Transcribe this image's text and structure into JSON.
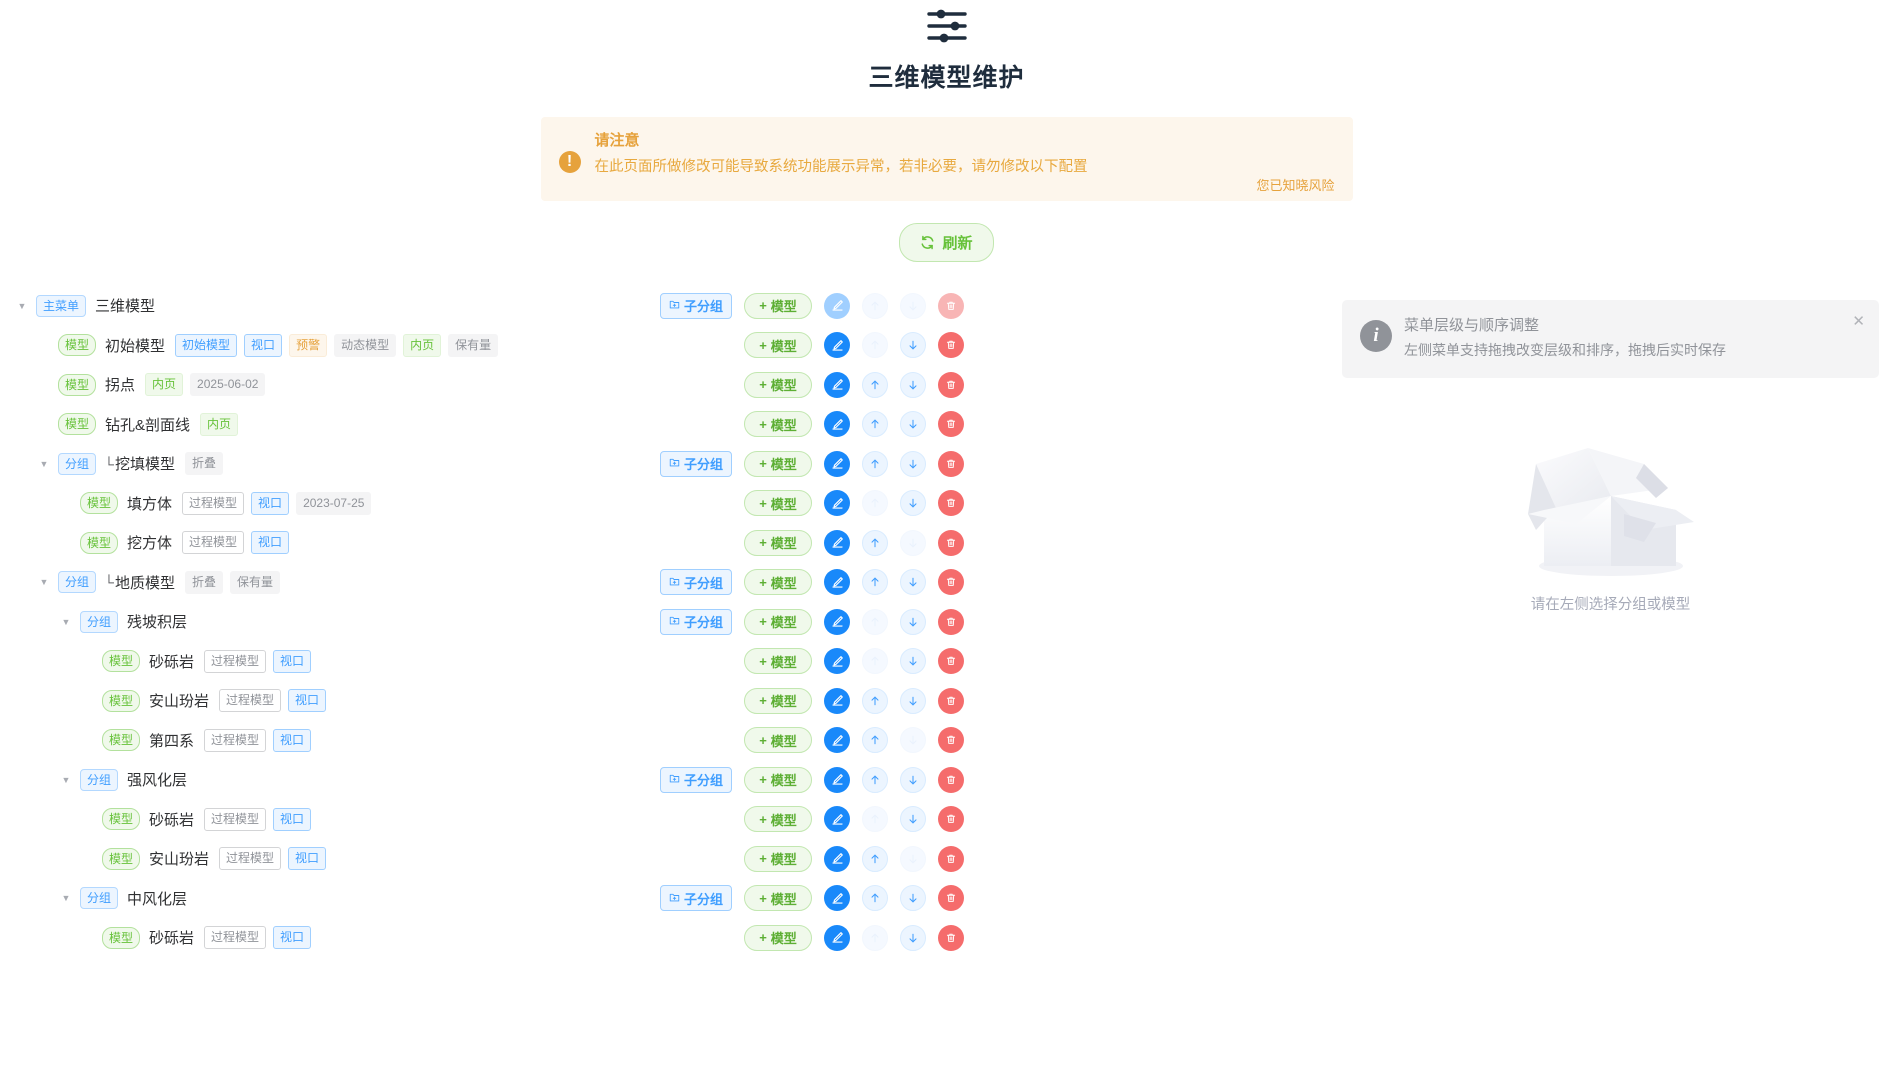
{
  "header": {
    "icon": "sliders-icon",
    "title": "三维模型维护"
  },
  "alert": {
    "icon": "warning-icon",
    "title": "请注意",
    "description": "在此页面所做修改可能导致系统功能展示异常，若非必要，请勿修改以下配置",
    "acknowledge_label": "您已知晓风险"
  },
  "toolbar": {
    "refresh_label": "刷新",
    "refresh_icon": "refresh-icon"
  },
  "actions": {
    "subgroup_label": "子分组",
    "subgroup_icon": "folder-plus-icon",
    "model_label": "模型",
    "model_icon": "plus-icon",
    "edit_icon": "edit-icon",
    "up_icon": "arrow-up-icon",
    "down_icon": "arrow-down-icon",
    "delete_icon": "trash-icon"
  },
  "colors": {
    "accent_blue": "#409eff",
    "accent_green": "#67c23a",
    "accent_orange": "#e6a23c",
    "accent_red": "#f56c6c",
    "accent_gray": "#909399",
    "edit_blue": "#1989fa"
  },
  "tree": {
    "rows": [
      {
        "indent": 0,
        "caret": true,
        "badge": "主菜单",
        "badge_type": "main",
        "connector": "",
        "name": "三维模型",
        "tags": [],
        "has_subgroup": true,
        "edit": "dim",
        "up": "dim",
        "down": "dim",
        "delete": "dim"
      },
      {
        "indent": 1,
        "caret": false,
        "badge": "模型",
        "badge_type": "model",
        "connector": "",
        "name": "初始模型",
        "tags": [
          {
            "text": "初始模型",
            "style": "blue"
          },
          {
            "text": "视口",
            "style": "blue"
          },
          {
            "text": "预警",
            "style": "orange"
          },
          {
            "text": "动态模型",
            "style": "gray"
          },
          {
            "text": "内页",
            "style": "green"
          },
          {
            "text": "保有量",
            "style": "gray"
          }
        ],
        "has_subgroup": false,
        "edit": "on",
        "up": "dim",
        "down": "on",
        "delete": "on"
      },
      {
        "indent": 1,
        "caret": false,
        "badge": "模型",
        "badge_type": "model",
        "connector": "",
        "name": "拐点",
        "tags": [
          {
            "text": "内页",
            "style": "green"
          },
          {
            "text": "2025-06-02",
            "style": "gray"
          }
        ],
        "has_subgroup": false,
        "edit": "on",
        "up": "on",
        "down": "on",
        "delete": "on"
      },
      {
        "indent": 1,
        "caret": false,
        "badge": "模型",
        "badge_type": "model",
        "connector": "",
        "name": "钻孔&剖面线",
        "tags": [
          {
            "text": "内页",
            "style": "green"
          }
        ],
        "has_subgroup": false,
        "edit": "on",
        "up": "on",
        "down": "on",
        "delete": "on"
      },
      {
        "indent": 1,
        "caret": true,
        "badge": "分组",
        "badge_type": "group",
        "connector": "└",
        "name": "挖填模型",
        "tags": [
          {
            "text": "折叠",
            "style": "gray"
          }
        ],
        "has_subgroup": true,
        "edit": "on",
        "up": "on",
        "down": "on",
        "delete": "on"
      },
      {
        "indent": 2,
        "caret": false,
        "badge": "模型",
        "badge_type": "model",
        "connector": "",
        "name": "填方体",
        "tags": [
          {
            "text": "过程模型",
            "style": "gray-outline"
          },
          {
            "text": "视口",
            "style": "blue"
          },
          {
            "text": "2023-07-25",
            "style": "gray"
          }
        ],
        "has_subgroup": false,
        "edit": "on",
        "up": "dim",
        "down": "on",
        "delete": "on"
      },
      {
        "indent": 2,
        "caret": false,
        "badge": "模型",
        "badge_type": "model",
        "connector": "",
        "name": "挖方体",
        "tags": [
          {
            "text": "过程模型",
            "style": "gray-outline"
          },
          {
            "text": "视口",
            "style": "blue"
          }
        ],
        "has_subgroup": false,
        "edit": "on",
        "up": "on",
        "down": "dim",
        "delete": "on"
      },
      {
        "indent": 1,
        "caret": true,
        "badge": "分组",
        "badge_type": "group",
        "connector": "└",
        "name": "地质模型",
        "tags": [
          {
            "text": "折叠",
            "style": "gray"
          },
          {
            "text": "保有量",
            "style": "gray"
          }
        ],
        "has_subgroup": true,
        "edit": "on",
        "up": "on",
        "down": "on",
        "delete": "on"
      },
      {
        "indent": 2,
        "caret": true,
        "badge": "分组",
        "badge_type": "group",
        "connector": "",
        "name": "残坡积层",
        "tags": [],
        "has_subgroup": true,
        "edit": "on",
        "up": "dim",
        "down": "on",
        "delete": "on"
      },
      {
        "indent": 3,
        "caret": false,
        "badge": "模型",
        "badge_type": "model",
        "connector": "",
        "name": "砂砾岩",
        "tags": [
          {
            "text": "过程模型",
            "style": "gray-outline"
          },
          {
            "text": "视口",
            "style": "blue"
          }
        ],
        "has_subgroup": false,
        "edit": "on",
        "up": "dim",
        "down": "on",
        "delete": "on"
      },
      {
        "indent": 3,
        "caret": false,
        "badge": "模型",
        "badge_type": "model",
        "connector": "",
        "name": "安山玢岩",
        "tags": [
          {
            "text": "过程模型",
            "style": "gray-outline"
          },
          {
            "text": "视口",
            "style": "blue"
          }
        ],
        "has_subgroup": false,
        "edit": "on",
        "up": "on",
        "down": "on",
        "delete": "on"
      },
      {
        "indent": 3,
        "caret": false,
        "badge": "模型",
        "badge_type": "model",
        "connector": "",
        "name": "第四系",
        "tags": [
          {
            "text": "过程模型",
            "style": "gray-outline"
          },
          {
            "text": "视口",
            "style": "blue"
          }
        ],
        "has_subgroup": false,
        "edit": "on",
        "up": "on",
        "down": "dim",
        "delete": "on"
      },
      {
        "indent": 2,
        "caret": true,
        "badge": "分组",
        "badge_type": "group",
        "connector": "",
        "name": "强风化层",
        "tags": [],
        "has_subgroup": true,
        "edit": "on",
        "up": "on",
        "down": "on",
        "delete": "on"
      },
      {
        "indent": 3,
        "caret": false,
        "badge": "模型",
        "badge_type": "model",
        "connector": "",
        "name": "砂砾岩",
        "tags": [
          {
            "text": "过程模型",
            "style": "gray-outline"
          },
          {
            "text": "视口",
            "style": "blue"
          }
        ],
        "has_subgroup": false,
        "edit": "on",
        "up": "dim",
        "down": "on",
        "delete": "on"
      },
      {
        "indent": 3,
        "caret": false,
        "badge": "模型",
        "badge_type": "model",
        "connector": "",
        "name": "安山玢岩",
        "tags": [
          {
            "text": "过程模型",
            "style": "gray-outline"
          },
          {
            "text": "视口",
            "style": "blue"
          }
        ],
        "has_subgroup": false,
        "edit": "on",
        "up": "on",
        "down": "dim",
        "delete": "on"
      },
      {
        "indent": 2,
        "caret": true,
        "badge": "分组",
        "badge_type": "group",
        "connector": "",
        "name": "中风化层",
        "tags": [],
        "has_subgroup": true,
        "edit": "on",
        "up": "on",
        "down": "on",
        "delete": "on"
      },
      {
        "indent": 3,
        "caret": false,
        "badge": "模型",
        "badge_type": "model",
        "connector": "",
        "name": "砂砾岩",
        "tags": [
          {
            "text": "过程模型",
            "style": "gray-outline"
          },
          {
            "text": "视口",
            "style": "blue"
          }
        ],
        "has_subgroup": false,
        "edit": "on",
        "up": "dim",
        "down": "on",
        "delete": "on"
      }
    ]
  },
  "info_panel": {
    "icon": "info-icon",
    "title": "菜单层级与顺序调整",
    "description": "左侧菜单支持拖拽改变层级和排序，拖拽后实时保存",
    "close_icon": "close-icon"
  },
  "empty_state": {
    "illustration": "empty-box-illustration",
    "text": "请在左侧选择分组或模型"
  }
}
